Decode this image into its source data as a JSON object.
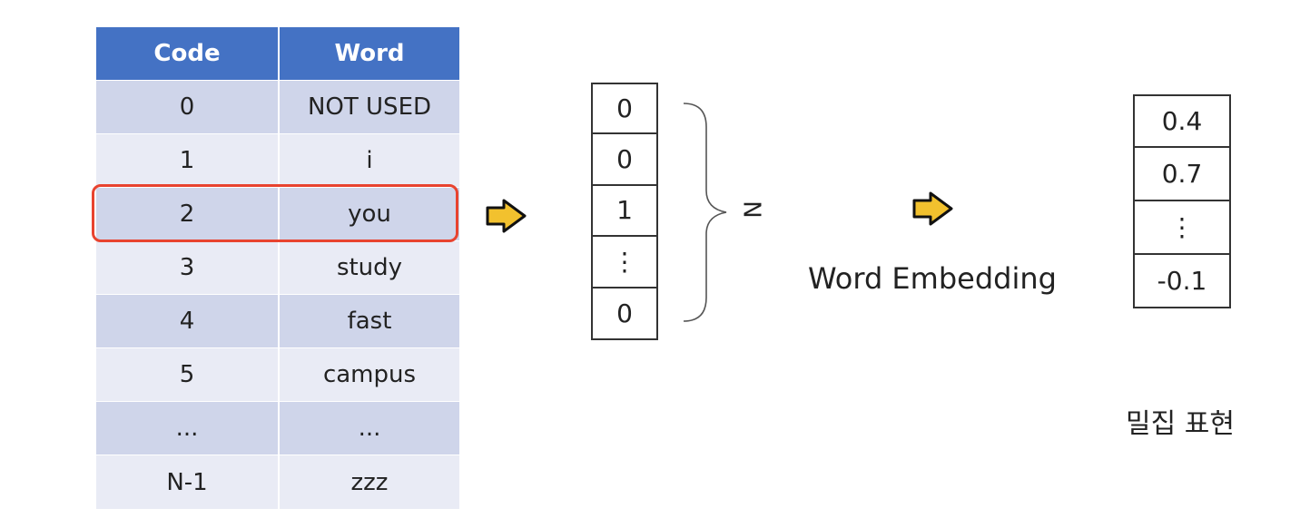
{
  "table": {
    "headers": [
      "Code",
      "Word"
    ],
    "rows": [
      [
        "0",
        "NOT USED"
      ],
      [
        "1",
        "i"
      ],
      [
        "2",
        "you"
      ],
      [
        "3",
        "study"
      ],
      [
        "4",
        "fast"
      ],
      [
        "5",
        "campus"
      ],
      [
        "...",
        "..."
      ],
      [
        "N-1",
        "zzz"
      ]
    ],
    "highlighted_row": 2
  },
  "one_hot_vector": [
    "0",
    "0",
    "1",
    "⋮",
    "0"
  ],
  "dimension_label": "N",
  "embedding_label": "Word Embedding",
  "dense_vector": [
    "0.4",
    "0.7",
    "⋮",
    "-0.1"
  ],
  "dense_label": "밀집 표현",
  "colors": {
    "header": "#4472c4",
    "row_dark": "#cfd5ea",
    "row_light": "#e9ebf5",
    "highlight": "#e8432f",
    "arrow_fill": "#f2c12e"
  },
  "icons": [
    "right-arrow-icon",
    "right-arrow-icon"
  ]
}
